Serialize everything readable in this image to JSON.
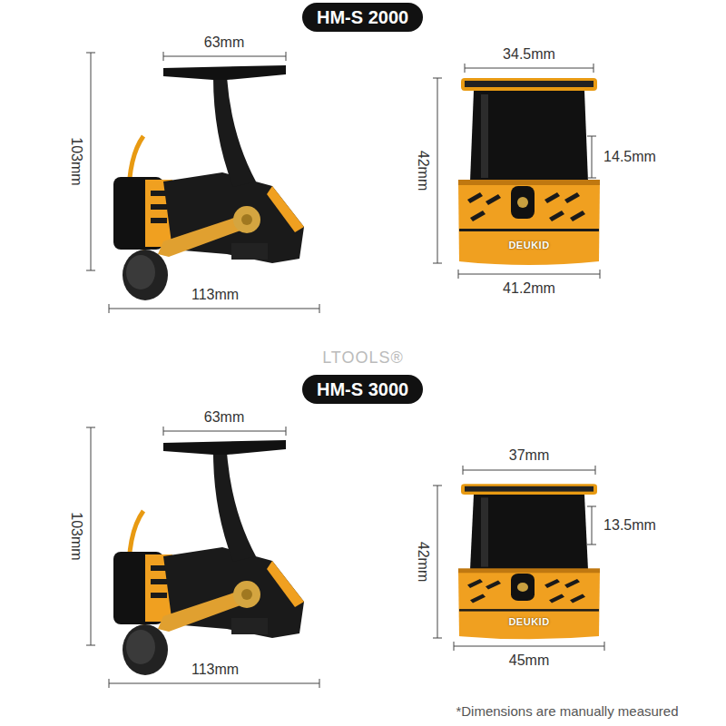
{
  "diagram": {
    "nodes": [
      {
        "text": [
          "HM-S 2000"
        ]
      },
      {
        "text": [
          "HM-S 3000"
        ]
      }
    ],
    "labels": [
      "63mm",
      "103mm",
      "113mm",
      "34.5mm",
      "42mm",
      "14.5mm",
      "41.2mm",
      "DEUKID",
      "LTOOLS®",
      "63mm",
      "103mm",
      "113mm",
      "37mm",
      "42mm",
      "13.5mm",
      "45mm",
      "DEUKID",
      "*Dimensions are manually measured"
    ]
  }
}
